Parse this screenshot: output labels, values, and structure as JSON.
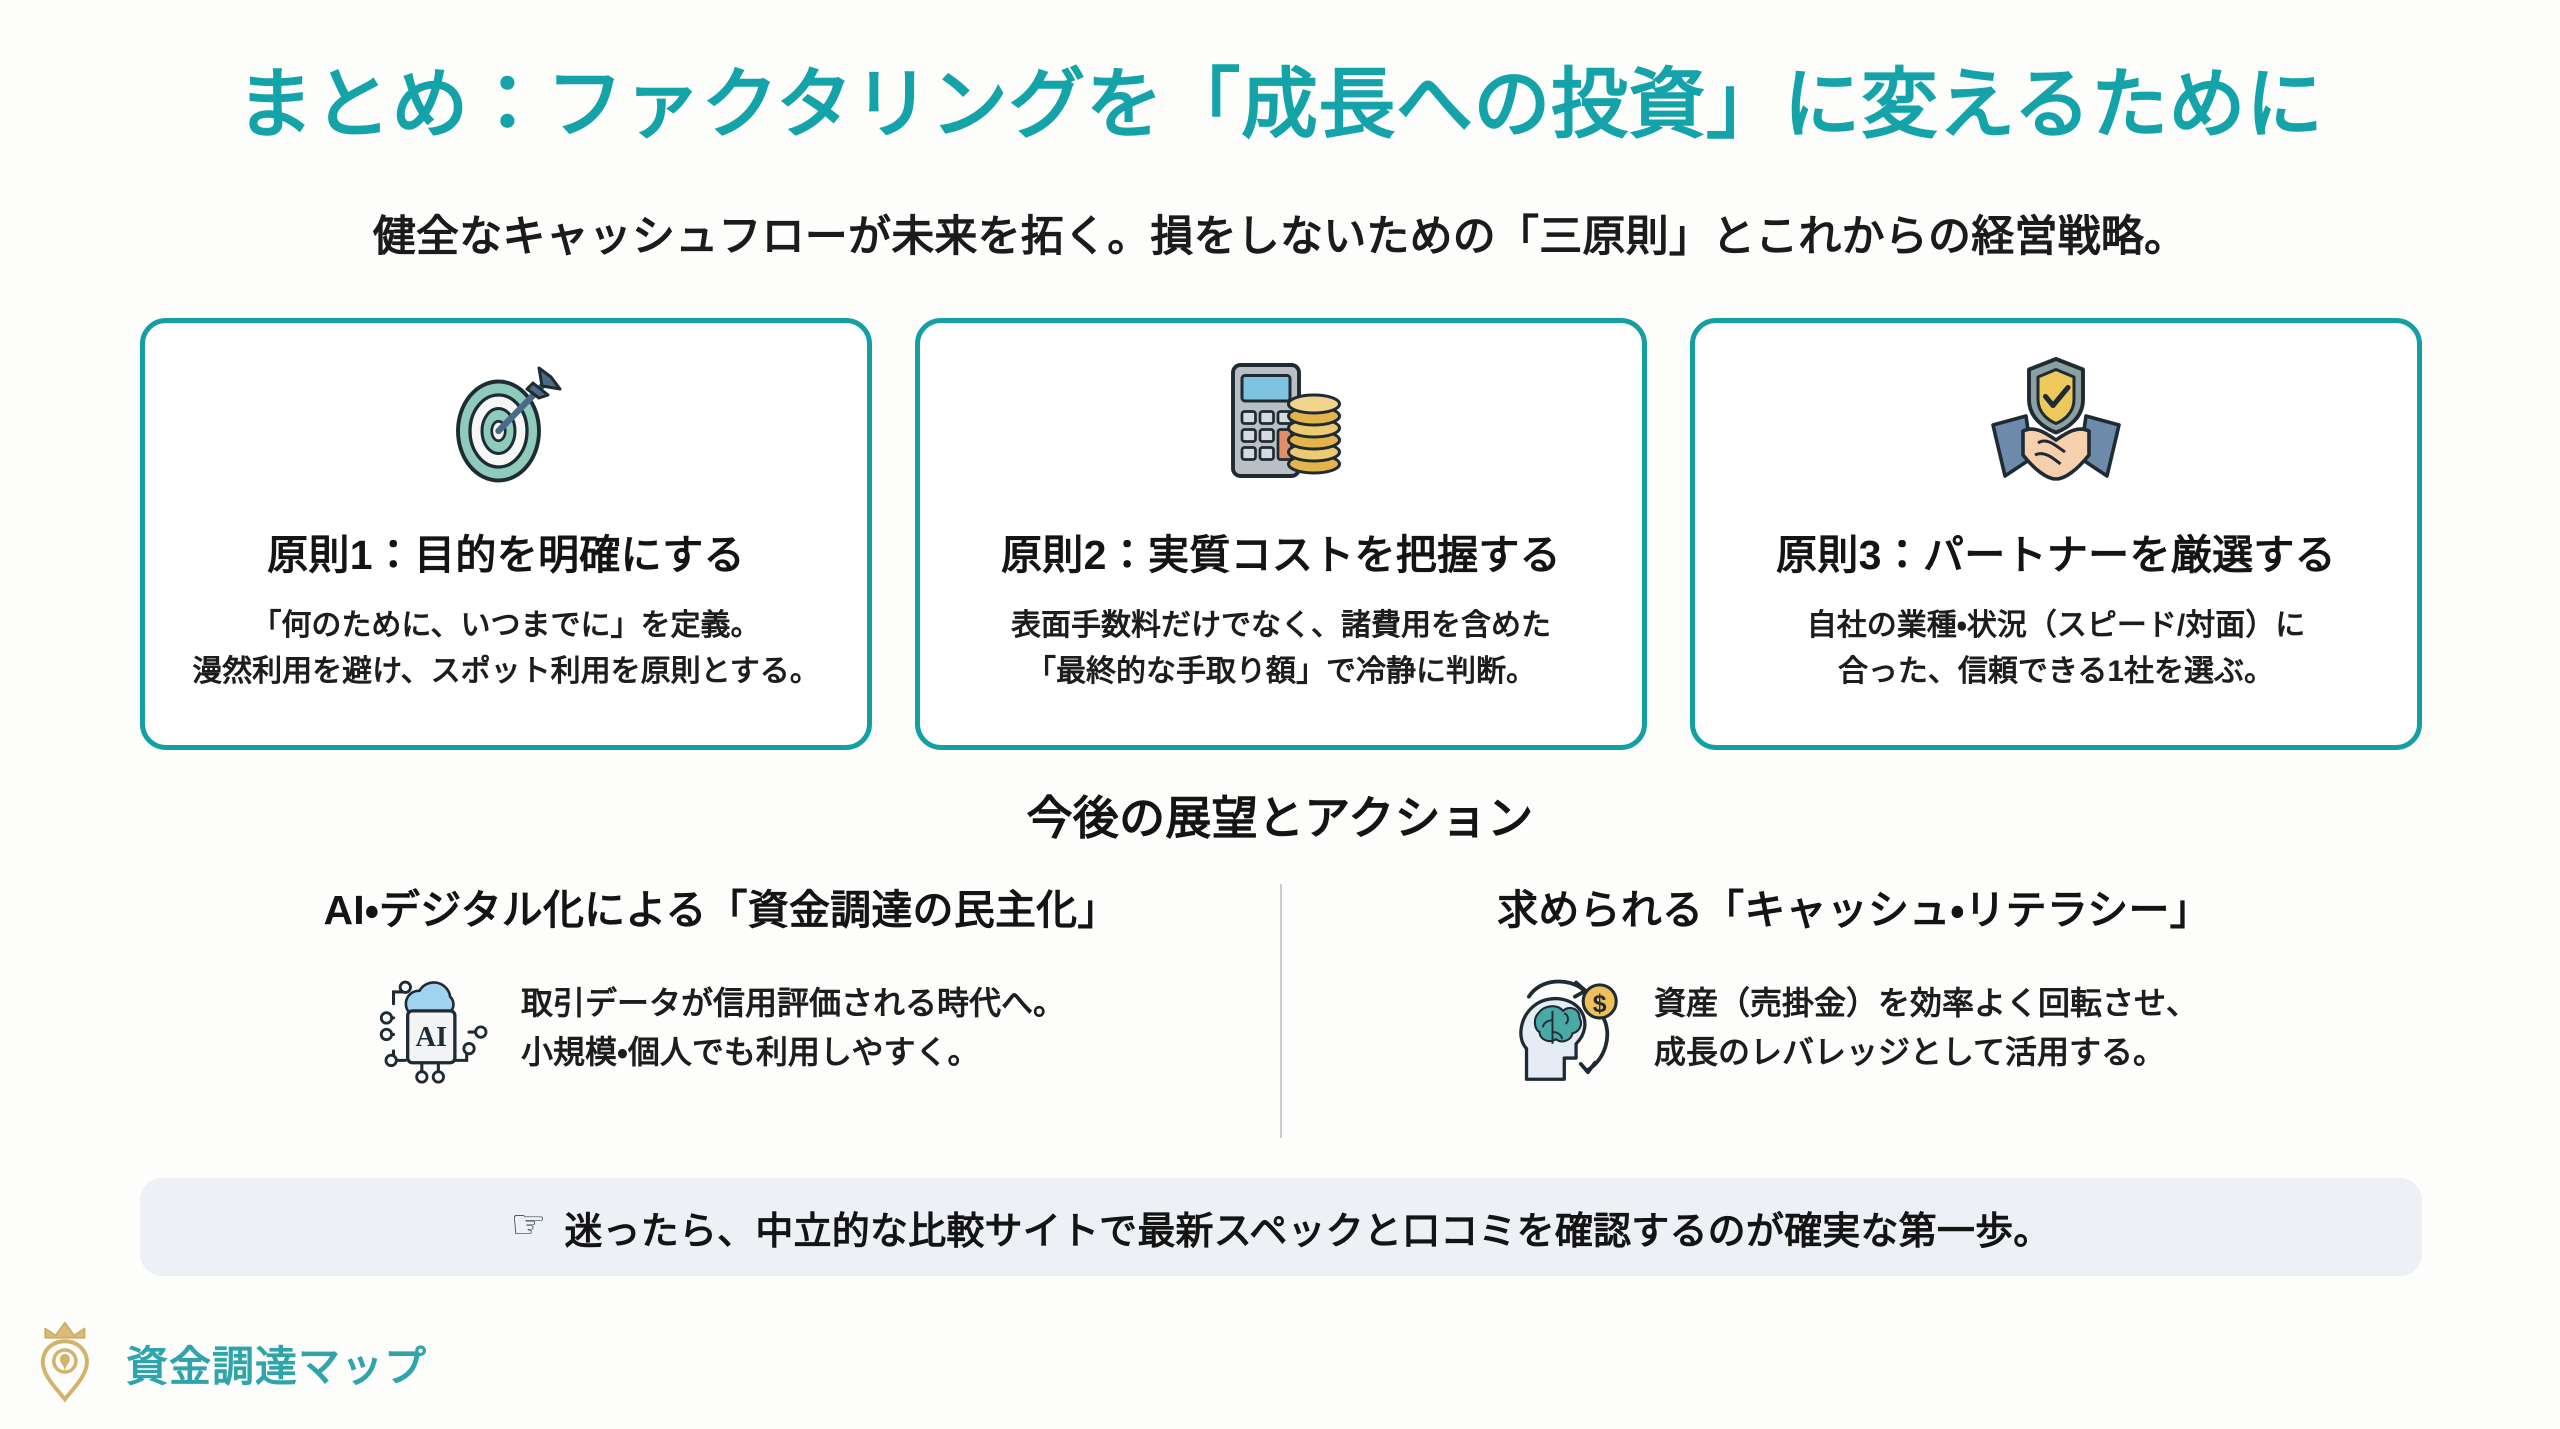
{
  "theme": {
    "background": "#fdfdfc",
    "accent_teal": "#14a3a8",
    "card_border": "#14a0a3",
    "callout_bg": "#edf0f4",
    "divider": "#c9cdd2",
    "logo_gold": "#d8bb78",
    "logo_text": "#2fa5ab",
    "body_text": "#1d1d1d"
  },
  "header": {
    "title": "まとめ：ファクタリングを「成長への投資」に変えるために",
    "subtitle": "健全なキャッシュフローが未来を拓く。損をしないための「三原則」とこれからの経営戦略。"
  },
  "principles": [
    {
      "icon": "target-arrow-icon",
      "title": "原則1：目的を明確にする",
      "body": "「何のために、いつまでに」を定義。\n漫然利用を避け、スポット利用を原則とする。"
    },
    {
      "icon": "calculator-coins-icon",
      "title": "原則2：実質コストを把握する",
      "body": "表面手数料だけでなく、諸費用を含めた\n「最終的な手取り額」で冷静に判断。"
    },
    {
      "icon": "handshake-shield-icon",
      "title": "原則3：パートナーを厳選する",
      "body": "自社の業種・状況（スピード/対面）に\n合った、信頼できる1社を選ぶ。"
    }
  ],
  "outlook": {
    "heading": "今後の展望とアクション",
    "columns": [
      {
        "icon": "ai-chip-cloud-icon",
        "title": "AI・デジタル化による「資金調達の民主化」",
        "body": "取引データが信用評価される時代へ。\n小規模・個人でも利用しやすく。"
      },
      {
        "icon": "brain-money-cycle-icon",
        "title": "求められる「キャッシュ・リテラシー」",
        "body": "資産（売掛金）を効率よく回転させ、\n成長のレバレッジとして活用する。"
      }
    ]
  },
  "callout": {
    "icon": "pointing-hand-icon",
    "icon_glyph": "☞",
    "text": "迷ったら、中立的な比較サイトで最新スペックと口コミを確認するのが確実な第一歩。"
  },
  "brand": {
    "icon": "crowned-map-pin-logo",
    "name": "資金調達マップ"
  }
}
